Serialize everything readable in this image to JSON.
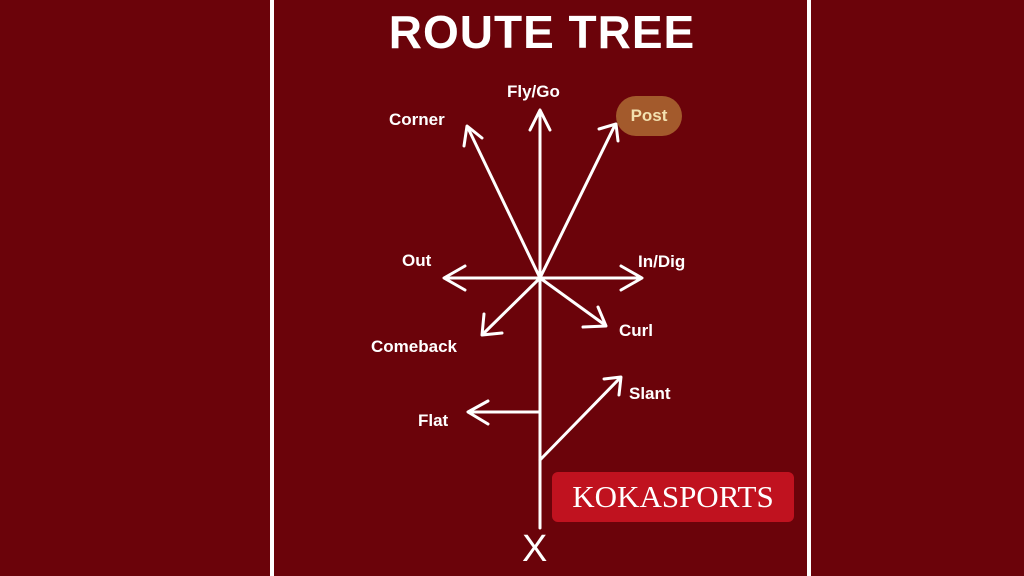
{
  "title": "ROUTE TREE",
  "routes": {
    "fly": "Fly/Go",
    "corner": "Corner",
    "post": "Post",
    "out": "Out",
    "in_dig": "In/Dig",
    "comeback": "Comeback",
    "curl": "Curl",
    "flat": "Flat",
    "slant": "Slant"
  },
  "receiver_mark": "X",
  "brand": "KOKASPORTS",
  "colors": {
    "field": "#6b030a",
    "lines": "#ffffff",
    "post_highlight": "#a35a2c",
    "brand_box": "#c0121f"
  }
}
